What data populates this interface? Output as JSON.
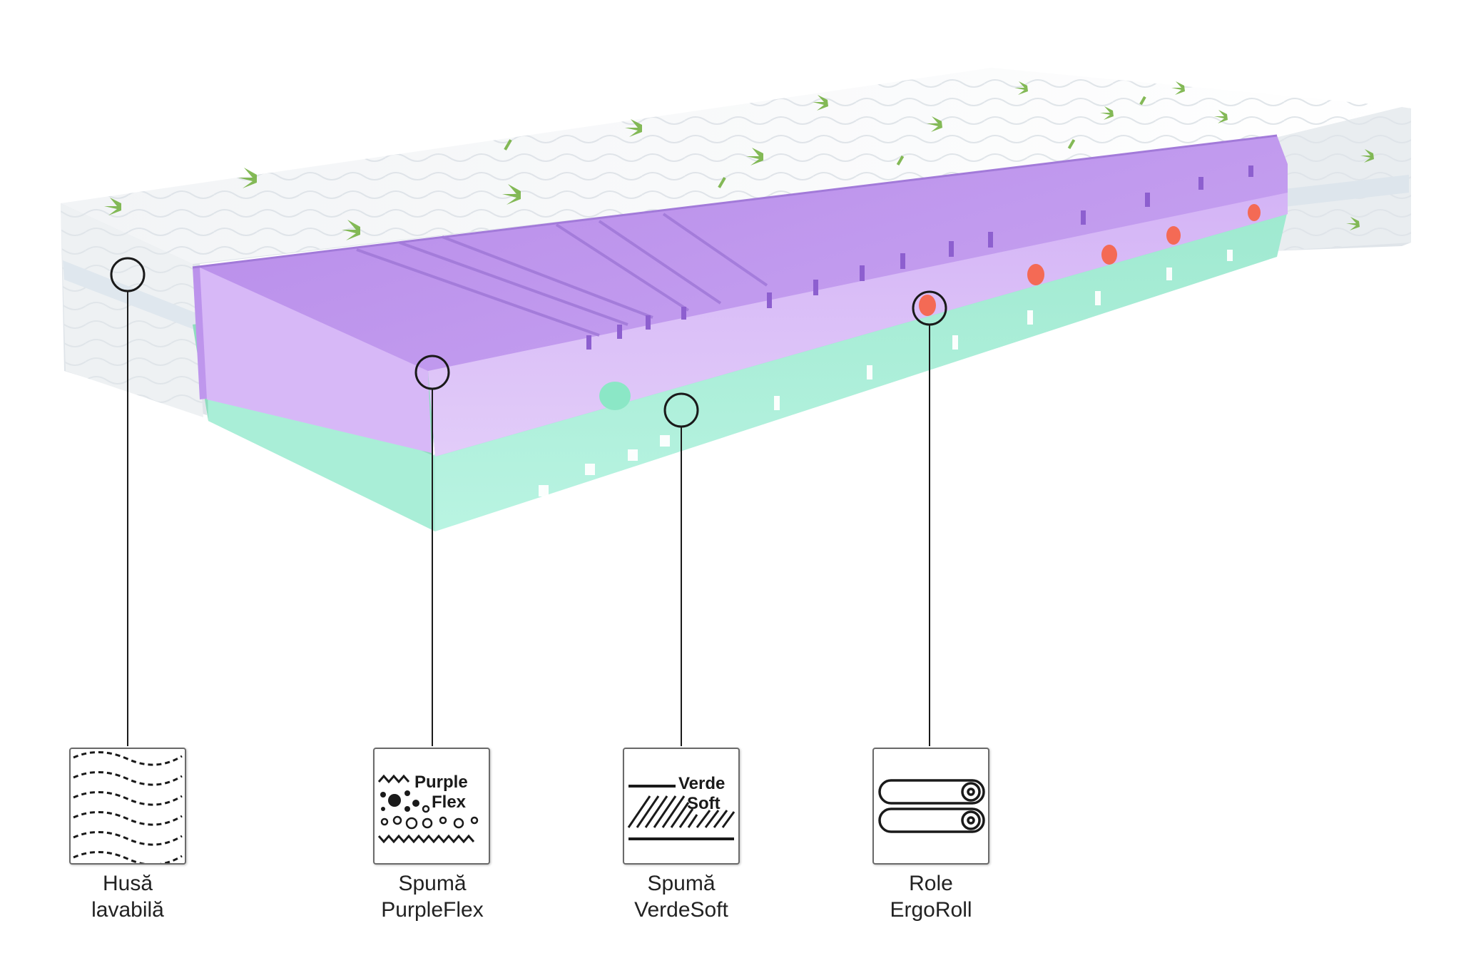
{
  "features": [
    {
      "id": "cover",
      "line1": "Husă",
      "line2": "lavabilă",
      "icon": "wavy-dashed-lines-icon"
    },
    {
      "id": "purpleflex",
      "line1": "Spumă",
      "line2": "PurpleFlex",
      "icon": "purpleflex-foam-icon",
      "badge_top": "Purple",
      "badge_bottom": "Flex"
    },
    {
      "id": "verdesoft",
      "line1": "Spumă",
      "line2": "VerdeSoft",
      "icon": "verdesoft-foam-icon",
      "badge_top": "Verde",
      "badge_bottom": "Soft"
    },
    {
      "id": "ergoroll",
      "line1": "Role",
      "line2": "ErgoRoll",
      "icon": "rollers-icon"
    }
  ],
  "colors": {
    "cover": "#eef1f4",
    "purple_foam": "#c59cf3",
    "green_foam": "#a7f0d8",
    "roller_dots": "#f46a55",
    "leader_lines": "#1a1a1a"
  }
}
